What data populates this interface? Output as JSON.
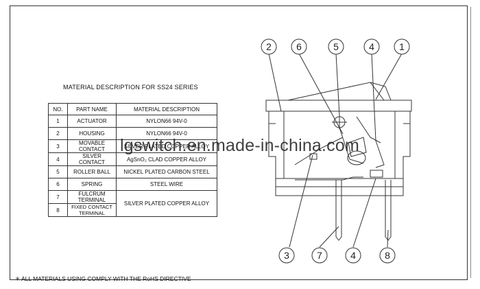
{
  "table_title": "MATERIAL DESCRIPTION FOR SS24 SERIES",
  "table": {
    "headers": [
      "NO.",
      "PART NAME",
      "MATERIAL DESCRIPTION"
    ],
    "rows": [
      {
        "no": "1",
        "part": "ACTUATOR",
        "material": "NYLON66 94V-0"
      },
      {
        "no": "2",
        "part": "HOUSING",
        "material": "NYLON66 94V-0"
      },
      {
        "no": "3",
        "part": "MOVABLE CONTACT",
        "material": "SILVER PLATED COPPER ALLOY"
      },
      {
        "no": "4",
        "part": "SILVER CONTACT",
        "material": "AgSnO₂ CLAD COPPER ALLOY"
      },
      {
        "no": "5",
        "part": "ROLLER BALL",
        "material": "NICKEL PLATED CARBON STEEL"
      },
      {
        "no": "6",
        "part": "SPRING",
        "material": "STEEL WIRE"
      },
      {
        "no": "7",
        "part": "FULCRUM TERMINAL",
        "material": "SILVER PLATED COPPER ALLOY"
      },
      {
        "no": "8",
        "part": "FIXED CONTACT TERMINAL",
        "material": ""
      }
    ]
  },
  "callouts_top": [
    "2",
    "6",
    "5",
    "4",
    "1"
  ],
  "callouts_bottom": [
    "3",
    "7",
    "4",
    "8"
  ],
  "watermark": "lgswitch.en.made-in-china.com",
  "footer": "✳ ALL MATERIALS USING COMPLY WITH THE RoHS DIRECTIVE"
}
